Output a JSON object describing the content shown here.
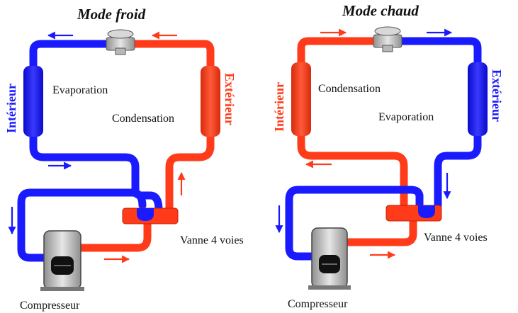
{
  "colors": {
    "cold": "#1a1aff",
    "hot": "#ff3b1a",
    "device_grey": "#c8c8c8",
    "outline": "#333333"
  },
  "panels": {
    "froid": {
      "title": "Mode froid",
      "indoor_label": "Intérieur",
      "outdoor_label": "Extérieur",
      "evaporation": "Evaporation",
      "condensation": "Condensation",
      "valve_label": "Vanne 4 voies",
      "compressor_label": "Compresseur"
    },
    "chaud": {
      "title": "Mode chaud",
      "indoor_label": "Intérieur",
      "outdoor_label": "Extérieur",
      "condensation": "Condensation",
      "evaporation": "Evaporation",
      "valve_label": "Vanne 4 voies",
      "compressor_label": "Compresseur"
    }
  }
}
